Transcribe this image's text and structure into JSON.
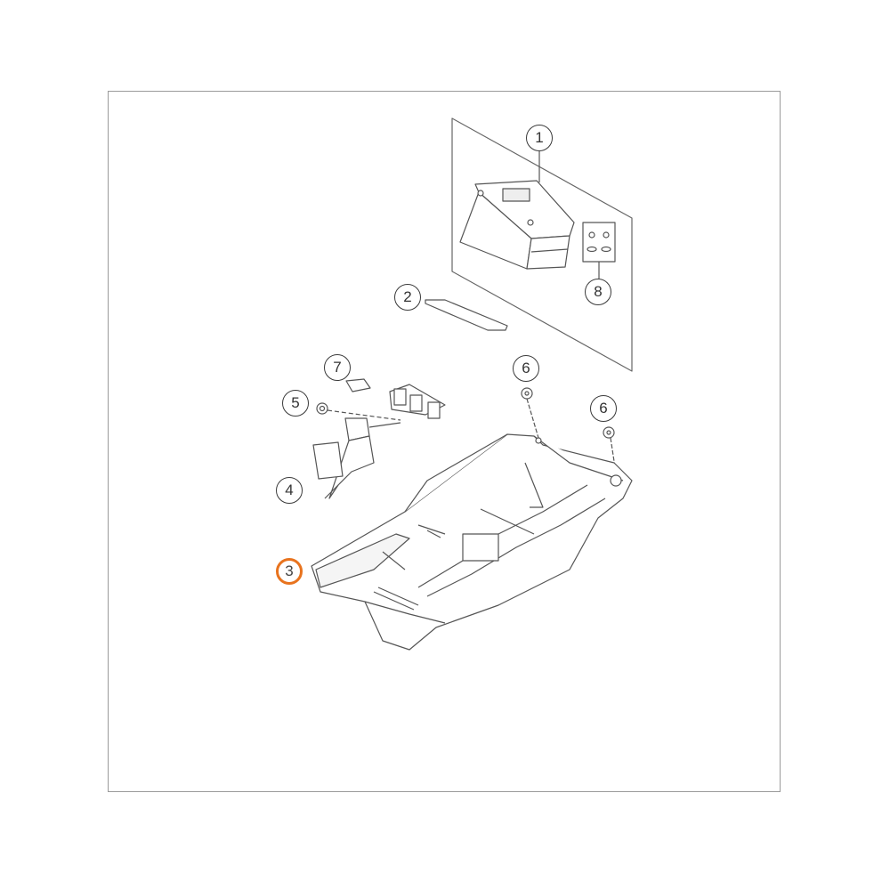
{
  "diagram": {
    "type": "exploded-parts-diagram",
    "highlight_color": "#e8731e",
    "line_color": "#555555",
    "frame_color": "#9a9a9a",
    "highlighted_part": "3"
  },
  "callouts": [
    {
      "label": "1",
      "part": "battery-kit"
    },
    {
      "label": "2",
      "part": "pad-strip"
    },
    {
      "label": "3",
      "part": "battery-tray-mudguard",
      "highlighted": true
    },
    {
      "label": "4",
      "part": "bracket-holder"
    },
    {
      "label": "5",
      "part": "nut"
    },
    {
      "label": "6",
      "part": "screw"
    },
    {
      "label": "6",
      "part": "screw"
    },
    {
      "label": "7",
      "part": "cover-cap"
    },
    {
      "label": "8",
      "part": "terminal-screws-set"
    }
  ]
}
